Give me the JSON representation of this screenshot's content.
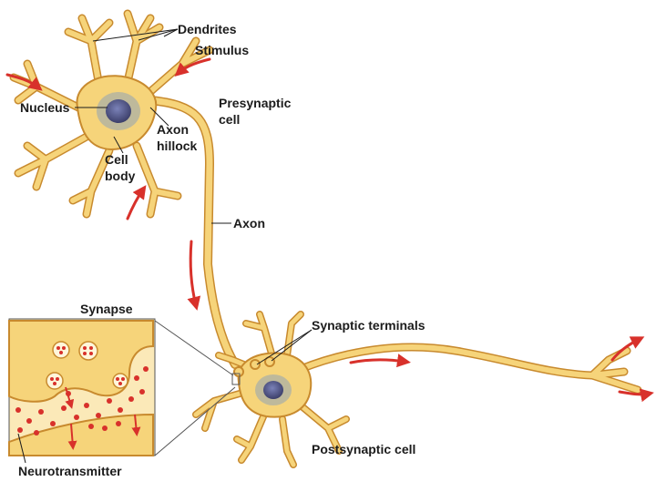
{
  "labels": {
    "dendrites": "Dendrites",
    "stimulus": "Stimulus",
    "nucleus": "Nucleus",
    "axon_hillock_1": "Axon",
    "axon_hillock_2": "hillock",
    "presynaptic_1": "Presynaptic",
    "presynaptic_2": "cell",
    "cell_body_1": "Cell",
    "cell_body_2": "body",
    "axon": "Axon",
    "synapse": "Synapse",
    "synaptic_terminals": "Synaptic terminals",
    "postsynaptic": "Postsynaptic cell",
    "neurotransmitter": "Neurotransmitter"
  },
  "colors": {
    "cytoplasm": "#f6d47a",
    "membrane": "#c88a2e",
    "nucleus": "#5a5f8e",
    "nucleus_halo": "#9aa6b0",
    "arrow": "#d8312b",
    "vesicle": "#d8312b",
    "leader": "#1c1c1c",
    "inset_bg": "#fbe9b8"
  },
  "icons": {
    "signal_arrow": "curved-arrow-icon",
    "vesicle": "vesicle-icon"
  }
}
